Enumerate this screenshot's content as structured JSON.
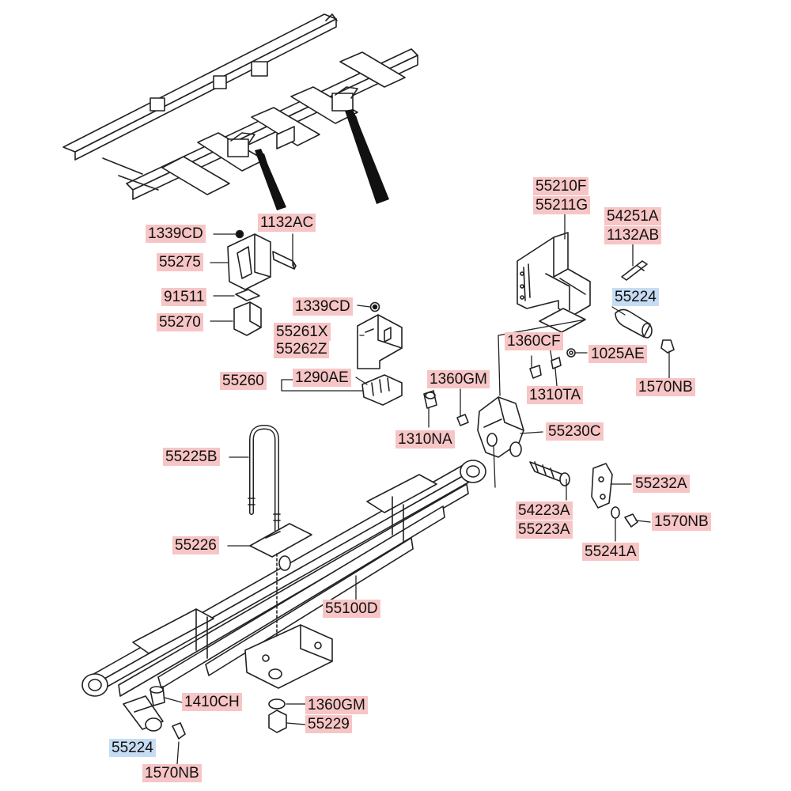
{
  "colors": {
    "label_bg": "#f7c5c5",
    "highlight_bg": "#c6dcf3",
    "line": "#222222",
    "strap": "#111111"
  },
  "labels": {
    "p1339CD_a": "1339CD",
    "p1132AC": "1132AC",
    "p55275": "55275",
    "p91511": "91511",
    "p55270": "55270",
    "p1339CD_b": "1339CD",
    "p55261X": "55261X",
    "p55262Z": "55262Z",
    "p55260": "55260",
    "p1290AE": "1290AE",
    "p55210F": "55210F",
    "p55211G": "55211G",
    "p54251A": "54251A",
    "p1132AB": "1132AB",
    "p55224_top": "55224",
    "p1360CF": "1360CF",
    "p1025AE": "1025AE",
    "p1360GM_a": "1360GM",
    "p1310TA": "1310TA",
    "p1570NB_a": "1570NB",
    "p1310NA": "1310NA",
    "p55230C": "55230C",
    "p55225B": "55225B",
    "p55232A": "55232A",
    "p54223A": "54223A",
    "p55223A": "55223A",
    "p1570NB_b": "1570NB",
    "p55241A": "55241A",
    "p55226": "55226",
    "p55100D": "55100D",
    "p1410CH": "1410CH",
    "p1360GM_b": "1360GM",
    "p55229": "55229",
    "p55224_bot": "55224",
    "p1570NB_c": "1570NB"
  }
}
